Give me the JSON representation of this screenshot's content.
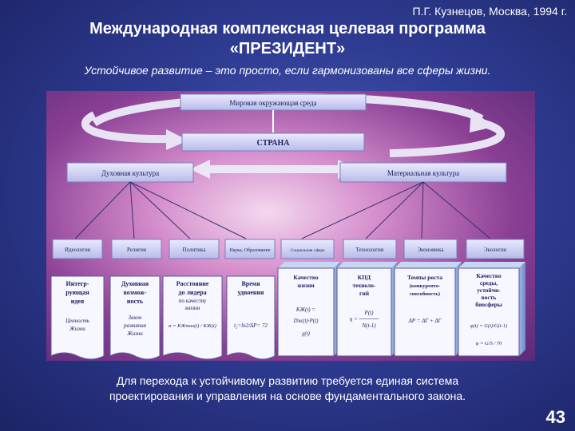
{
  "header": {
    "author": "П.Г. Кузнецов, Москва, 1994 г.",
    "title_line1": "Международная комплексная целевая программа",
    "title_line2": "«ПРЕЗИДЕНТ»",
    "subtitle": "Устойчивое развитие – это просто, если гармонизованы все сферы жизни."
  },
  "diagram": {
    "world": "Мировая окружающая среда",
    "country": "СТРАНА",
    "spiritual": "Духовная культура",
    "material": "Материальная культура",
    "spheres": [
      "Идеология",
      "Религия",
      "Политика",
      "Наука, Образование",
      "Социальная сфера",
      "Технологии",
      "Экономика",
      "Экология"
    ],
    "left_cards": [
      {
        "lines": [
          "Интегр-",
          "рующая",
          "идея"
        ],
        "script": [
          "Ценность",
          "Жизни"
        ]
      },
      {
        "lines": [
          "Духовная",
          "возмож-",
          "ность"
        ],
        "script": [
          "Закон",
          "развития",
          "Жизни"
        ]
      },
      {
        "lines": [
          "Расстояние",
          "до лидера"
        ],
        "sub": [
          "по качеству",
          "жизни"
        ],
        "formula": "α = ΚЖmax(t) / ΚЖ(t)"
      },
      {
        "lines": [
          "Время",
          "удвоения"
        ],
        "formula": "t₂=ln2/ΔP= 72"
      }
    ],
    "right_cards": [
      {
        "lines": [
          "Качество",
          "жизни"
        ],
        "formulas": [
          "КЖ(t) =",
          "Dж(t)·P(t)",
          "χ(t)"
        ]
      },
      {
        "lines": [
          "КПД",
          "техноло-",
          "гий"
        ],
        "formulas": [
          "P(t)",
          "η = ─────",
          "N(t-1)"
        ]
      },
      {
        "lines": [
          "Темпы роста",
          "(конкуренто-",
          "способность)"
        ],
        "formulas": [
          "ΔP = ΔΓ + ΔΓ"
        ]
      },
      {
        "lines": [
          "Качество",
          "среды,",
          "устойчи-",
          "вость",
          "биосферы"
        ],
        "formulas": [
          "φ(t) = G(t)/G(t-1)",
          "φ = G/S / 70"
        ]
      }
    ]
  },
  "footer": {
    "text_line1": "Для перехода к устойчивому развитию требуется единая система",
    "text_line2": "проектирования и управления на основе фундаментального закона."
  },
  "page_number": "43",
  "colors": {
    "background": "#2f3c93",
    "box_blue": "#c9cbf0",
    "card_face": "#f7f7ff",
    "card_side": "#a9c3ea",
    "dark_text": "#1e2060"
  }
}
